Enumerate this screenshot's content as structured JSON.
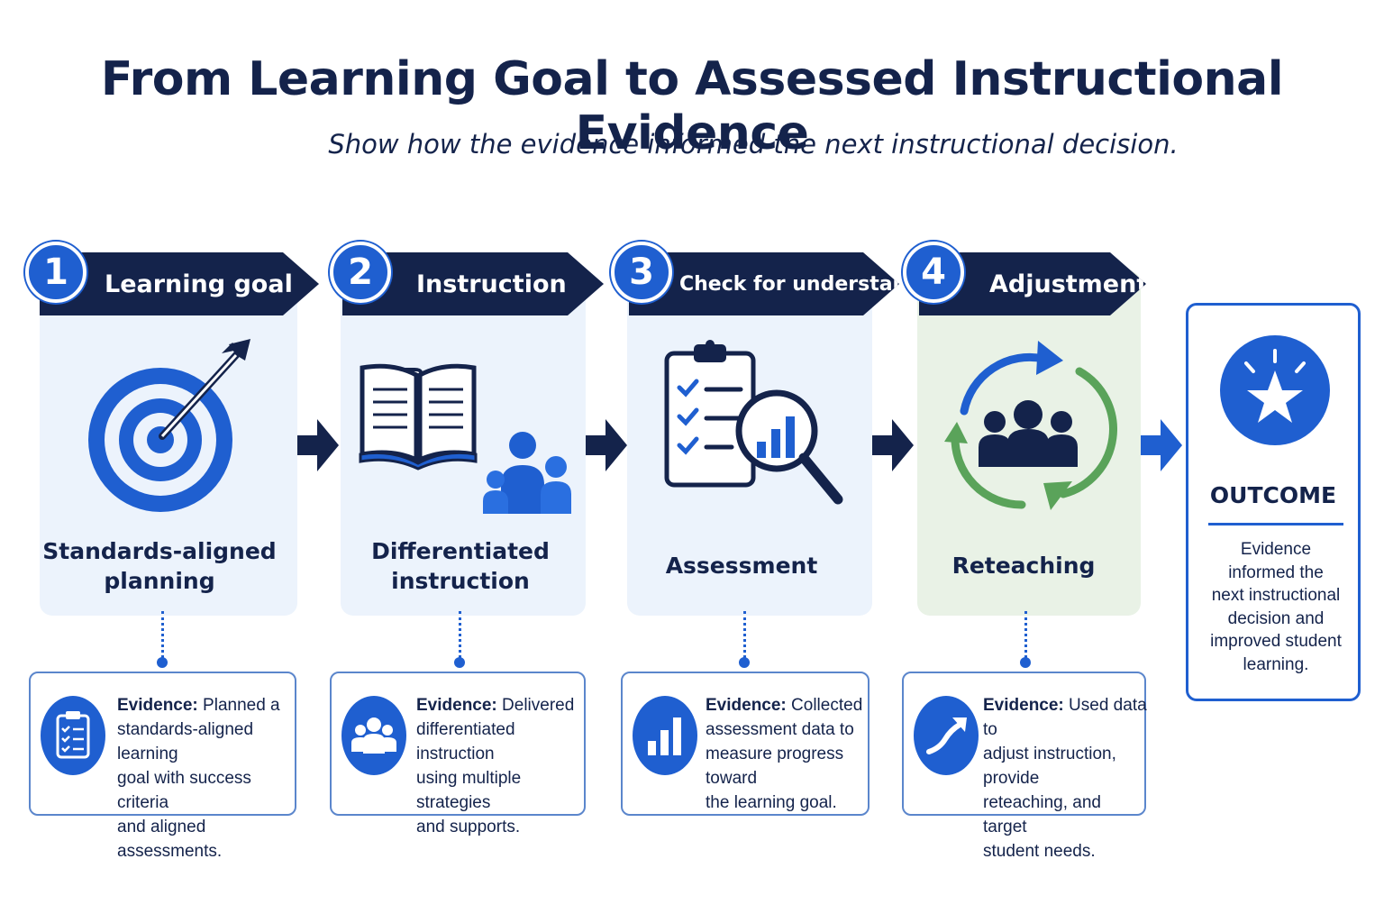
{
  "title": "From Learning Goal to Assessed Instructional Evidence",
  "subtitle": "Show how the evidence informed the next instructional decision.",
  "colors": {
    "navy": "#14234b",
    "blue": "#1f5fd0",
    "green": "#5aa35a",
    "panel_blue": "#ecf3fc",
    "panel_green": "#e9f2e6"
  },
  "steps": [
    {
      "number": "1",
      "header": "Learning goal",
      "icon": "target-arrow-icon",
      "label_line1": "Standards-aligned",
      "label_line2": "planning",
      "evidence_icon": "clipboard-checklist-icon",
      "evidence_prefix": "Evidence:",
      "evidence_lines": [
        "Planned a",
        "standards-aligned learning",
        "goal with success criteria",
        "and aligned assessments."
      ]
    },
    {
      "number": "2",
      "header": "Instruction",
      "icon": "open-book-people-icon",
      "label_line1": "Differentiated",
      "label_line2": "instruction",
      "evidence_icon": "group-icon",
      "evidence_prefix": "Evidence:",
      "evidence_lines": [
        "Delivered",
        "differentiated instruction",
        "using multiple strategies",
        "and supports."
      ]
    },
    {
      "number": "3",
      "header": "Check for understanding",
      "icon": "checklist-magnifier-icon",
      "label_line1": "Assessment",
      "label_line2": "",
      "evidence_icon": "bar-chart-icon",
      "evidence_prefix": "Evidence:",
      "evidence_lines": [
        "Collected",
        "assessment data to",
        "measure progress toward",
        "the learning goal."
      ]
    },
    {
      "number": "4",
      "header": "Adjustment",
      "icon": "cycle-people-icon",
      "label_line1": "Reteaching",
      "label_line2": "",
      "evidence_icon": "trend-arrow-icon",
      "evidence_prefix": "Evidence:",
      "evidence_lines": [
        "Used data to",
        "adjust instruction, provide",
        "reteaching, and target",
        "student needs."
      ]
    }
  ],
  "outcome": {
    "icon": "star-burst-icon",
    "title": "OUTCOME",
    "lines": [
      "Evidence",
      "informed the",
      "next instructional",
      "decision and",
      "improved student",
      "learning."
    ]
  }
}
